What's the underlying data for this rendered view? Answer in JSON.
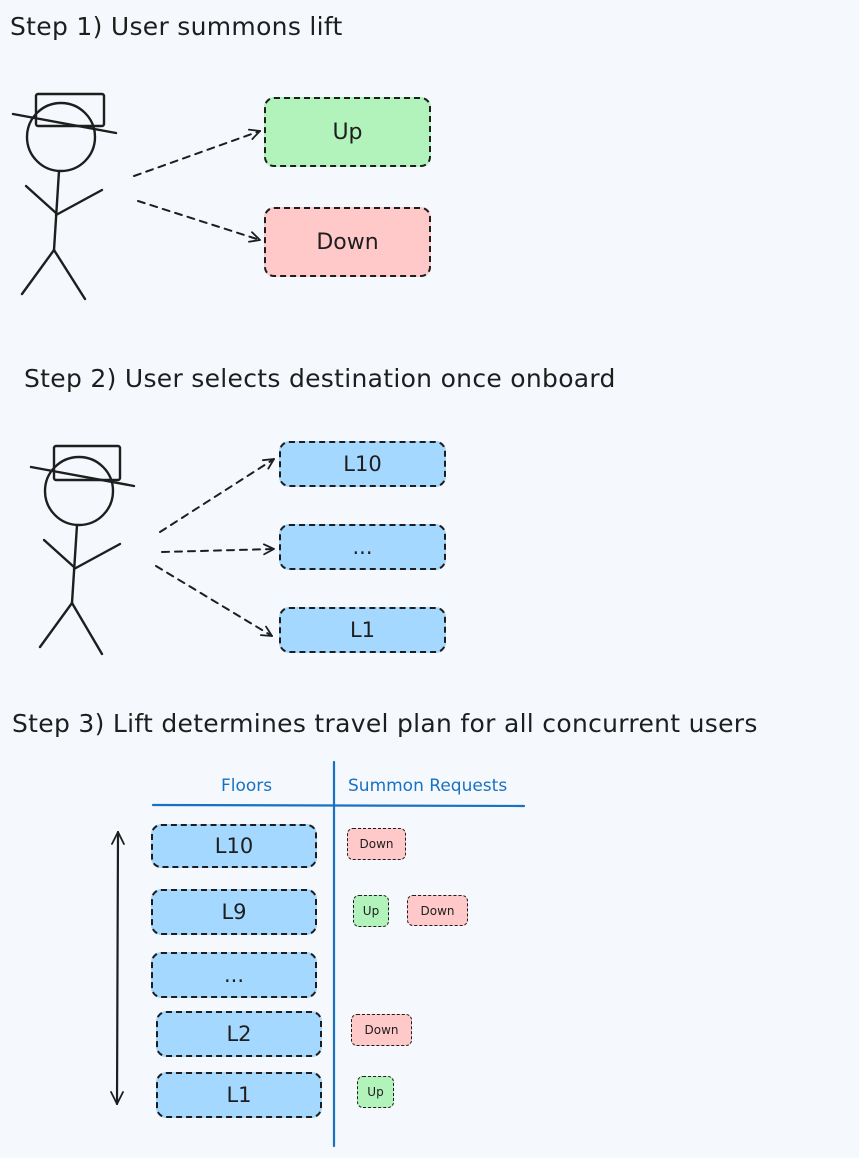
{
  "step1": {
    "title": "Step 1) User summons lift",
    "buttons": {
      "up": "Up",
      "down": "Down"
    }
  },
  "step2": {
    "title": "Step 2) User selects destination once onboard",
    "floors": [
      "L10",
      "...",
      "L1"
    ]
  },
  "step3": {
    "title": "Step 3) Lift determines travel plan for all concurrent users",
    "columns": {
      "floors": "Floors",
      "requests": "Summon Requests"
    },
    "rows": [
      {
        "floor": "L10",
        "requests": [
          "Down"
        ]
      },
      {
        "floor": "L9",
        "requests": [
          "Up",
          "Down"
        ]
      },
      {
        "floor": "...",
        "requests": []
      },
      {
        "floor": "L2",
        "requests": [
          "Down"
        ]
      },
      {
        "floor": "L1",
        "requests": [
          "Up"
        ]
      }
    ]
  },
  "colors": {
    "up": "#b2f2bb",
    "down": "#ffc9c9",
    "floor": "#a5d8ff",
    "stroke": "#1e1e1e",
    "table": "#1971c2",
    "background": "#f5f9fd"
  }
}
